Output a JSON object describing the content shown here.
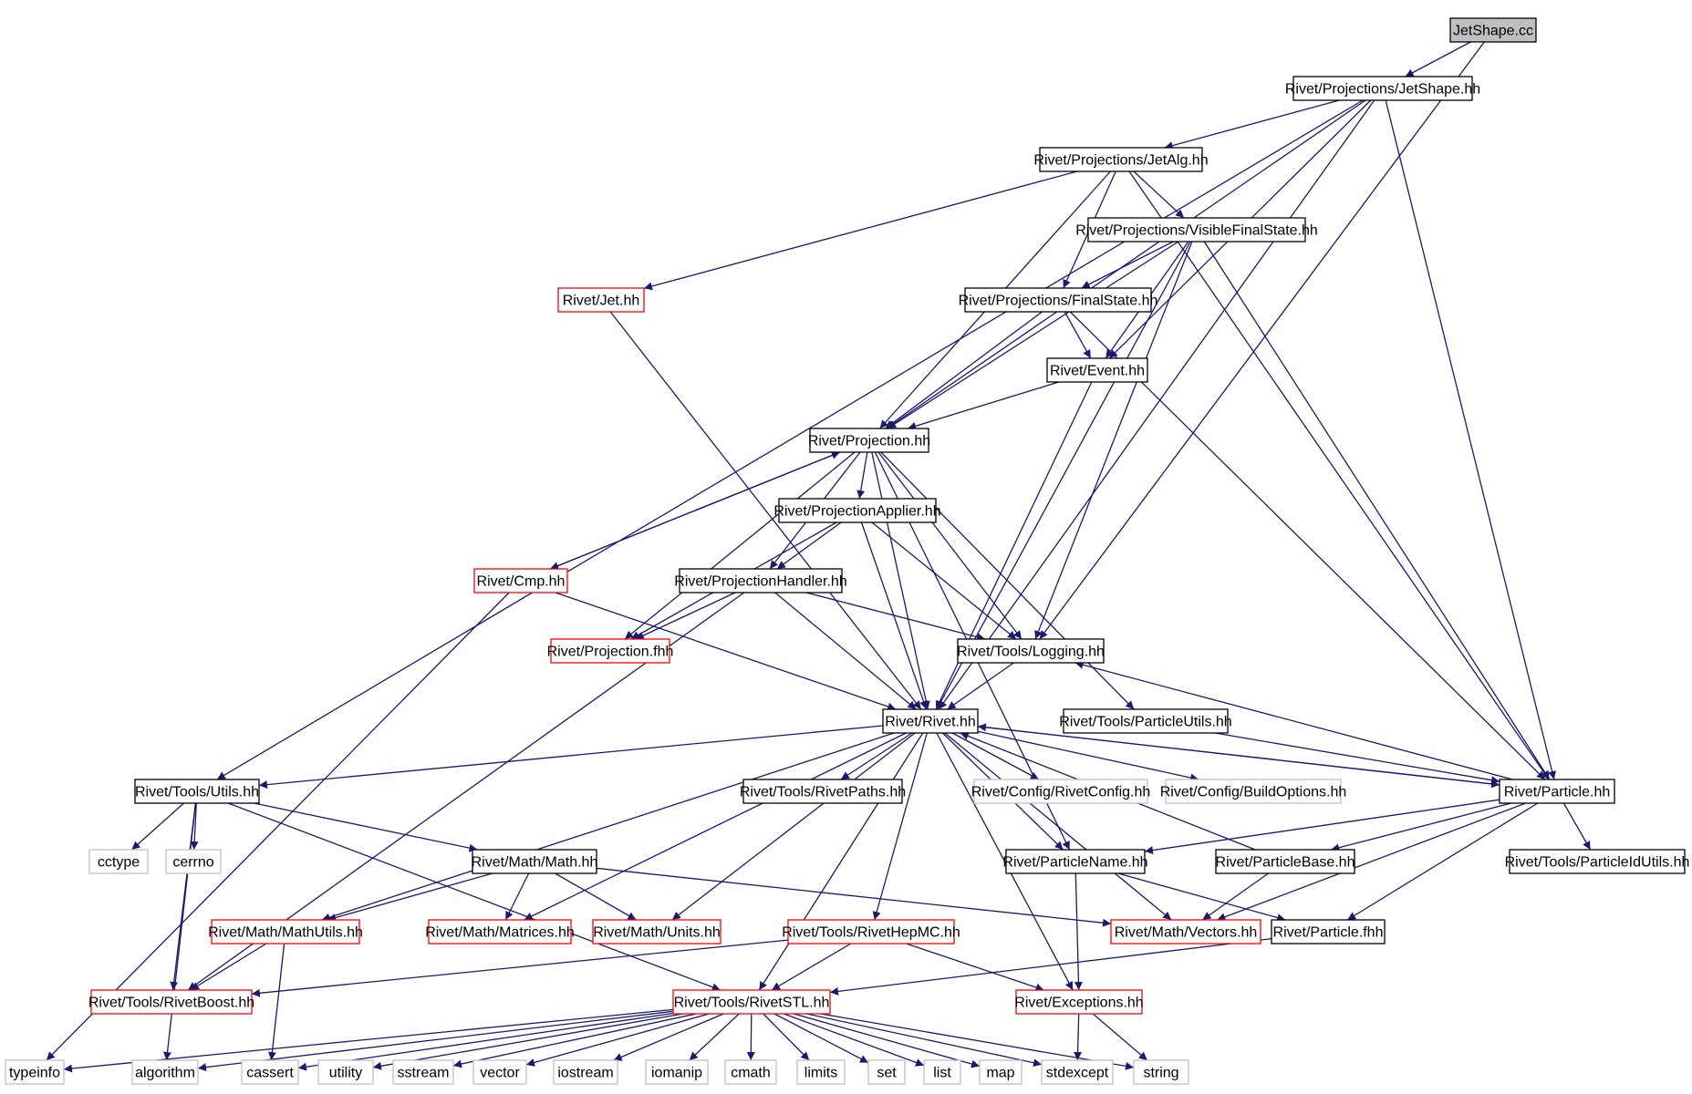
{
  "colors": {
    "edge": "#191970",
    "box_border_black": "#000000",
    "box_border_red": "#ff0000",
    "box_border_gray": "#bfbfbf",
    "root_fill": "#bfbfbf",
    "text": "#000000"
  },
  "nodes": [
    {
      "id": "jetshape_cc",
      "label": "JetShape.cc",
      "style": "root"
    },
    {
      "id": "proj_jetshape",
      "label": "Rivet/Projections/JetShape.hh",
      "style": "black"
    },
    {
      "id": "proj_jetalg",
      "label": "Rivet/Projections/JetAlg.hh",
      "style": "black"
    },
    {
      "id": "proj_visible",
      "label": "Rivet/Projections/VisibleFinalState.hh",
      "style": "black"
    },
    {
      "id": "proj_finalstate",
      "label": "Rivet/Projections/FinalState.hh",
      "style": "black"
    },
    {
      "id": "jet",
      "label": "Rivet/Jet.hh",
      "style": "red"
    },
    {
      "id": "event",
      "label": "Rivet/Event.hh",
      "style": "black"
    },
    {
      "id": "projection",
      "label": "Rivet/Projection.hh",
      "style": "black"
    },
    {
      "id": "proj_applier",
      "label": "Rivet/ProjectionApplier.hh",
      "style": "black"
    },
    {
      "id": "cmp",
      "label": "Rivet/Cmp.hh",
      "style": "red"
    },
    {
      "id": "proj_handler",
      "label": "Rivet/ProjectionHandler.hh",
      "style": "black"
    },
    {
      "id": "proj_fhh",
      "label": "Rivet/Projection.fhh",
      "style": "red"
    },
    {
      "id": "logging",
      "label": "Rivet/Tools/Logging.hh",
      "style": "black"
    },
    {
      "id": "rivet",
      "label": "Rivet/Rivet.hh",
      "style": "black"
    },
    {
      "id": "particle_utils",
      "label": "Rivet/Tools/ParticleUtils.hh",
      "style": "black"
    },
    {
      "id": "utils",
      "label": "Rivet/Tools/Utils.hh",
      "style": "black"
    },
    {
      "id": "rivet_paths",
      "label": "Rivet/Tools/RivetPaths.hh",
      "style": "black"
    },
    {
      "id": "rivet_config",
      "label": "Rivet/Config/RivetConfig.hh",
      "style": "gray"
    },
    {
      "id": "build_options",
      "label": "Rivet/Config/BuildOptions.hh",
      "style": "gray"
    },
    {
      "id": "particle",
      "label": "Rivet/Particle.hh",
      "style": "black"
    },
    {
      "id": "cctype",
      "label": "cctype",
      "style": "gray"
    },
    {
      "id": "cerrno",
      "label": "cerrno",
      "style": "gray"
    },
    {
      "id": "math",
      "label": "Rivet/Math/Math.hh",
      "style": "black"
    },
    {
      "id": "particle_name",
      "label": "Rivet/ParticleName.hh",
      "style": "black"
    },
    {
      "id": "particle_base",
      "label": "Rivet/ParticleBase.hh",
      "style": "black"
    },
    {
      "id": "particle_id_utils",
      "label": "Rivet/Tools/ParticleIdUtils.hh",
      "style": "black"
    },
    {
      "id": "math_utils",
      "label": "Rivet/Math/MathUtils.hh",
      "style": "red"
    },
    {
      "id": "matrices",
      "label": "Rivet/Math/Matrices.hh",
      "style": "red"
    },
    {
      "id": "units",
      "label": "Rivet/Math/Units.hh",
      "style": "red"
    },
    {
      "id": "hepmc",
      "label": "Rivet/Tools/RivetHepMC.hh",
      "style": "red"
    },
    {
      "id": "vectors",
      "label": "Rivet/Math/Vectors.hh",
      "style": "red"
    },
    {
      "id": "particle_fhh",
      "label": "Rivet/Particle.fhh",
      "style": "black"
    },
    {
      "id": "rivet_boost",
      "label": "Rivet/Tools/RivetBoost.hh",
      "style": "red"
    },
    {
      "id": "rivet_stl",
      "label": "Rivet/Tools/RivetSTL.hh",
      "style": "red"
    },
    {
      "id": "exceptions",
      "label": "Rivet/Exceptions.hh",
      "style": "red"
    },
    {
      "id": "typeinfo",
      "label": "typeinfo",
      "style": "gray"
    },
    {
      "id": "algorithm",
      "label": "algorithm",
      "style": "gray"
    },
    {
      "id": "cassert",
      "label": "cassert",
      "style": "gray"
    },
    {
      "id": "utility",
      "label": "utility",
      "style": "gray"
    },
    {
      "id": "sstream",
      "label": "sstream",
      "style": "gray"
    },
    {
      "id": "vector",
      "label": "vector",
      "style": "gray"
    },
    {
      "id": "iostream",
      "label": "iostream",
      "style": "gray"
    },
    {
      "id": "iomanip",
      "label": "iomanip",
      "style": "gray"
    },
    {
      "id": "cmath",
      "label": "cmath",
      "style": "gray"
    },
    {
      "id": "limits",
      "label": "limits",
      "style": "gray"
    },
    {
      "id": "set",
      "label": "set",
      "style": "gray"
    },
    {
      "id": "list",
      "label": "list",
      "style": "gray"
    },
    {
      "id": "map",
      "label": "map",
      "style": "gray"
    },
    {
      "id": "stdexcept",
      "label": "stdexcept",
      "style": "gray"
    },
    {
      "id": "string",
      "label": "string",
      "style": "gray"
    }
  ],
  "edges": [
    [
      "jetshape_cc",
      "proj_jetshape"
    ],
    [
      "jetshape_cc",
      "logging"
    ],
    [
      "proj_jetshape",
      "proj_jetalg"
    ],
    [
      "proj_jetshape",
      "projection"
    ],
    [
      "proj_jetshape",
      "event"
    ],
    [
      "proj_jetshape",
      "utils"
    ],
    [
      "proj_jetshape",
      "particle"
    ],
    [
      "proj_jetshape",
      "rivet"
    ],
    [
      "proj_jetalg",
      "proj_visible"
    ],
    [
      "proj_jetalg",
      "proj_finalstate"
    ],
    [
      "proj_jetalg",
      "jet"
    ],
    [
      "proj_jetalg",
      "projection"
    ],
    [
      "proj_jetalg",
      "particle"
    ],
    [
      "proj_visible",
      "proj_finalstate"
    ],
    [
      "proj_visible",
      "event"
    ],
    [
      "proj_visible",
      "projection"
    ],
    [
      "proj_visible",
      "logging"
    ],
    [
      "proj_visible",
      "rivet"
    ],
    [
      "proj_visible",
      "particle"
    ],
    [
      "proj_finalstate",
      "event"
    ],
    [
      "proj_finalstate",
      "projection"
    ],
    [
      "proj_finalstate",
      "particle"
    ],
    [
      "jet",
      "rivet"
    ],
    [
      "event",
      "projection"
    ],
    [
      "event",
      "rivet"
    ],
    [
      "projection",
      "proj_applier"
    ],
    [
      "projection",
      "proj_handler"
    ],
    [
      "projection",
      "proj_fhh"
    ],
    [
      "projection",
      "cmp"
    ],
    [
      "projection",
      "logging"
    ],
    [
      "projection",
      "rivet"
    ],
    [
      "projection",
      "particle_utils"
    ],
    [
      "projection",
      "particle_name"
    ],
    [
      "proj_applier",
      "proj_handler"
    ],
    [
      "proj_applier",
      "proj_fhh"
    ],
    [
      "proj_applier",
      "logging"
    ],
    [
      "proj_applier",
      "rivet"
    ],
    [
      "cmp",
      "projection"
    ],
    [
      "cmp",
      "rivet"
    ],
    [
      "cmp",
      "typeinfo"
    ],
    [
      "proj_handler",
      "proj_fhh"
    ],
    [
      "proj_handler",
      "logging"
    ],
    [
      "proj_handler",
      "rivet"
    ],
    [
      "proj_handler",
      "rivet_boost"
    ],
    [
      "logging",
      "rivet"
    ],
    [
      "particle_utils",
      "particle"
    ],
    [
      "rivet",
      "utils"
    ],
    [
      "rivet",
      "rivet_paths"
    ],
    [
      "rivet",
      "rivet_config"
    ],
    [
      "rivet",
      "build_options"
    ],
    [
      "rivet",
      "particle"
    ],
    [
      "rivet",
      "particle_name"
    ],
    [
      "rivet",
      "math_utils"
    ],
    [
      "rivet",
      "matrices"
    ],
    [
      "rivet",
      "units"
    ],
    [
      "rivet",
      "hepmc"
    ],
    [
      "rivet",
      "vectors"
    ],
    [
      "rivet",
      "rivet_stl"
    ],
    [
      "rivet",
      "exceptions"
    ],
    [
      "utils",
      "cctype"
    ],
    [
      "utils",
      "cerrno"
    ],
    [
      "utils",
      "math"
    ],
    [
      "utils",
      "rivet_boost"
    ],
    [
      "utils",
      "rivet_stl"
    ],
    [
      "utils",
      "algorithm"
    ],
    [
      "particle",
      "rivet"
    ],
    [
      "particle",
      "logging"
    ],
    [
      "particle",
      "particle_name"
    ],
    [
      "particle",
      "particle_base"
    ],
    [
      "particle",
      "particle_id_utils"
    ],
    [
      "particle",
      "vectors"
    ],
    [
      "particle",
      "particle_fhh"
    ],
    [
      "math",
      "math_utils"
    ],
    [
      "math",
      "matrices"
    ],
    [
      "math",
      "units"
    ],
    [
      "math",
      "vectors"
    ],
    [
      "particle_name",
      "exceptions"
    ],
    [
      "particle_name",
      "particle_fhh"
    ],
    [
      "particle_base",
      "rivet"
    ],
    [
      "particle_base",
      "vectors"
    ],
    [
      "math_utils",
      "rivet_boost"
    ],
    [
      "math_utils",
      "cassert"
    ],
    [
      "hepmc",
      "rivet_boost"
    ],
    [
      "hepmc",
      "rivet_stl"
    ],
    [
      "hepmc",
      "exceptions"
    ],
    [
      "particle_fhh",
      "rivet_stl"
    ],
    [
      "rivet_stl",
      "typeinfo"
    ],
    [
      "rivet_stl",
      "algorithm"
    ],
    [
      "rivet_stl",
      "cassert"
    ],
    [
      "rivet_stl",
      "utility"
    ],
    [
      "rivet_stl",
      "sstream"
    ],
    [
      "rivet_stl",
      "vector"
    ],
    [
      "rivet_stl",
      "iostream"
    ],
    [
      "rivet_stl",
      "iomanip"
    ],
    [
      "rivet_stl",
      "cmath"
    ],
    [
      "rivet_stl",
      "limits"
    ],
    [
      "rivet_stl",
      "set"
    ],
    [
      "rivet_stl",
      "list"
    ],
    [
      "rivet_stl",
      "map"
    ],
    [
      "rivet_stl",
      "stdexcept"
    ],
    [
      "rivet_stl",
      "string"
    ],
    [
      "exceptions",
      "stdexcept"
    ],
    [
      "exceptions",
      "string"
    ]
  ]
}
